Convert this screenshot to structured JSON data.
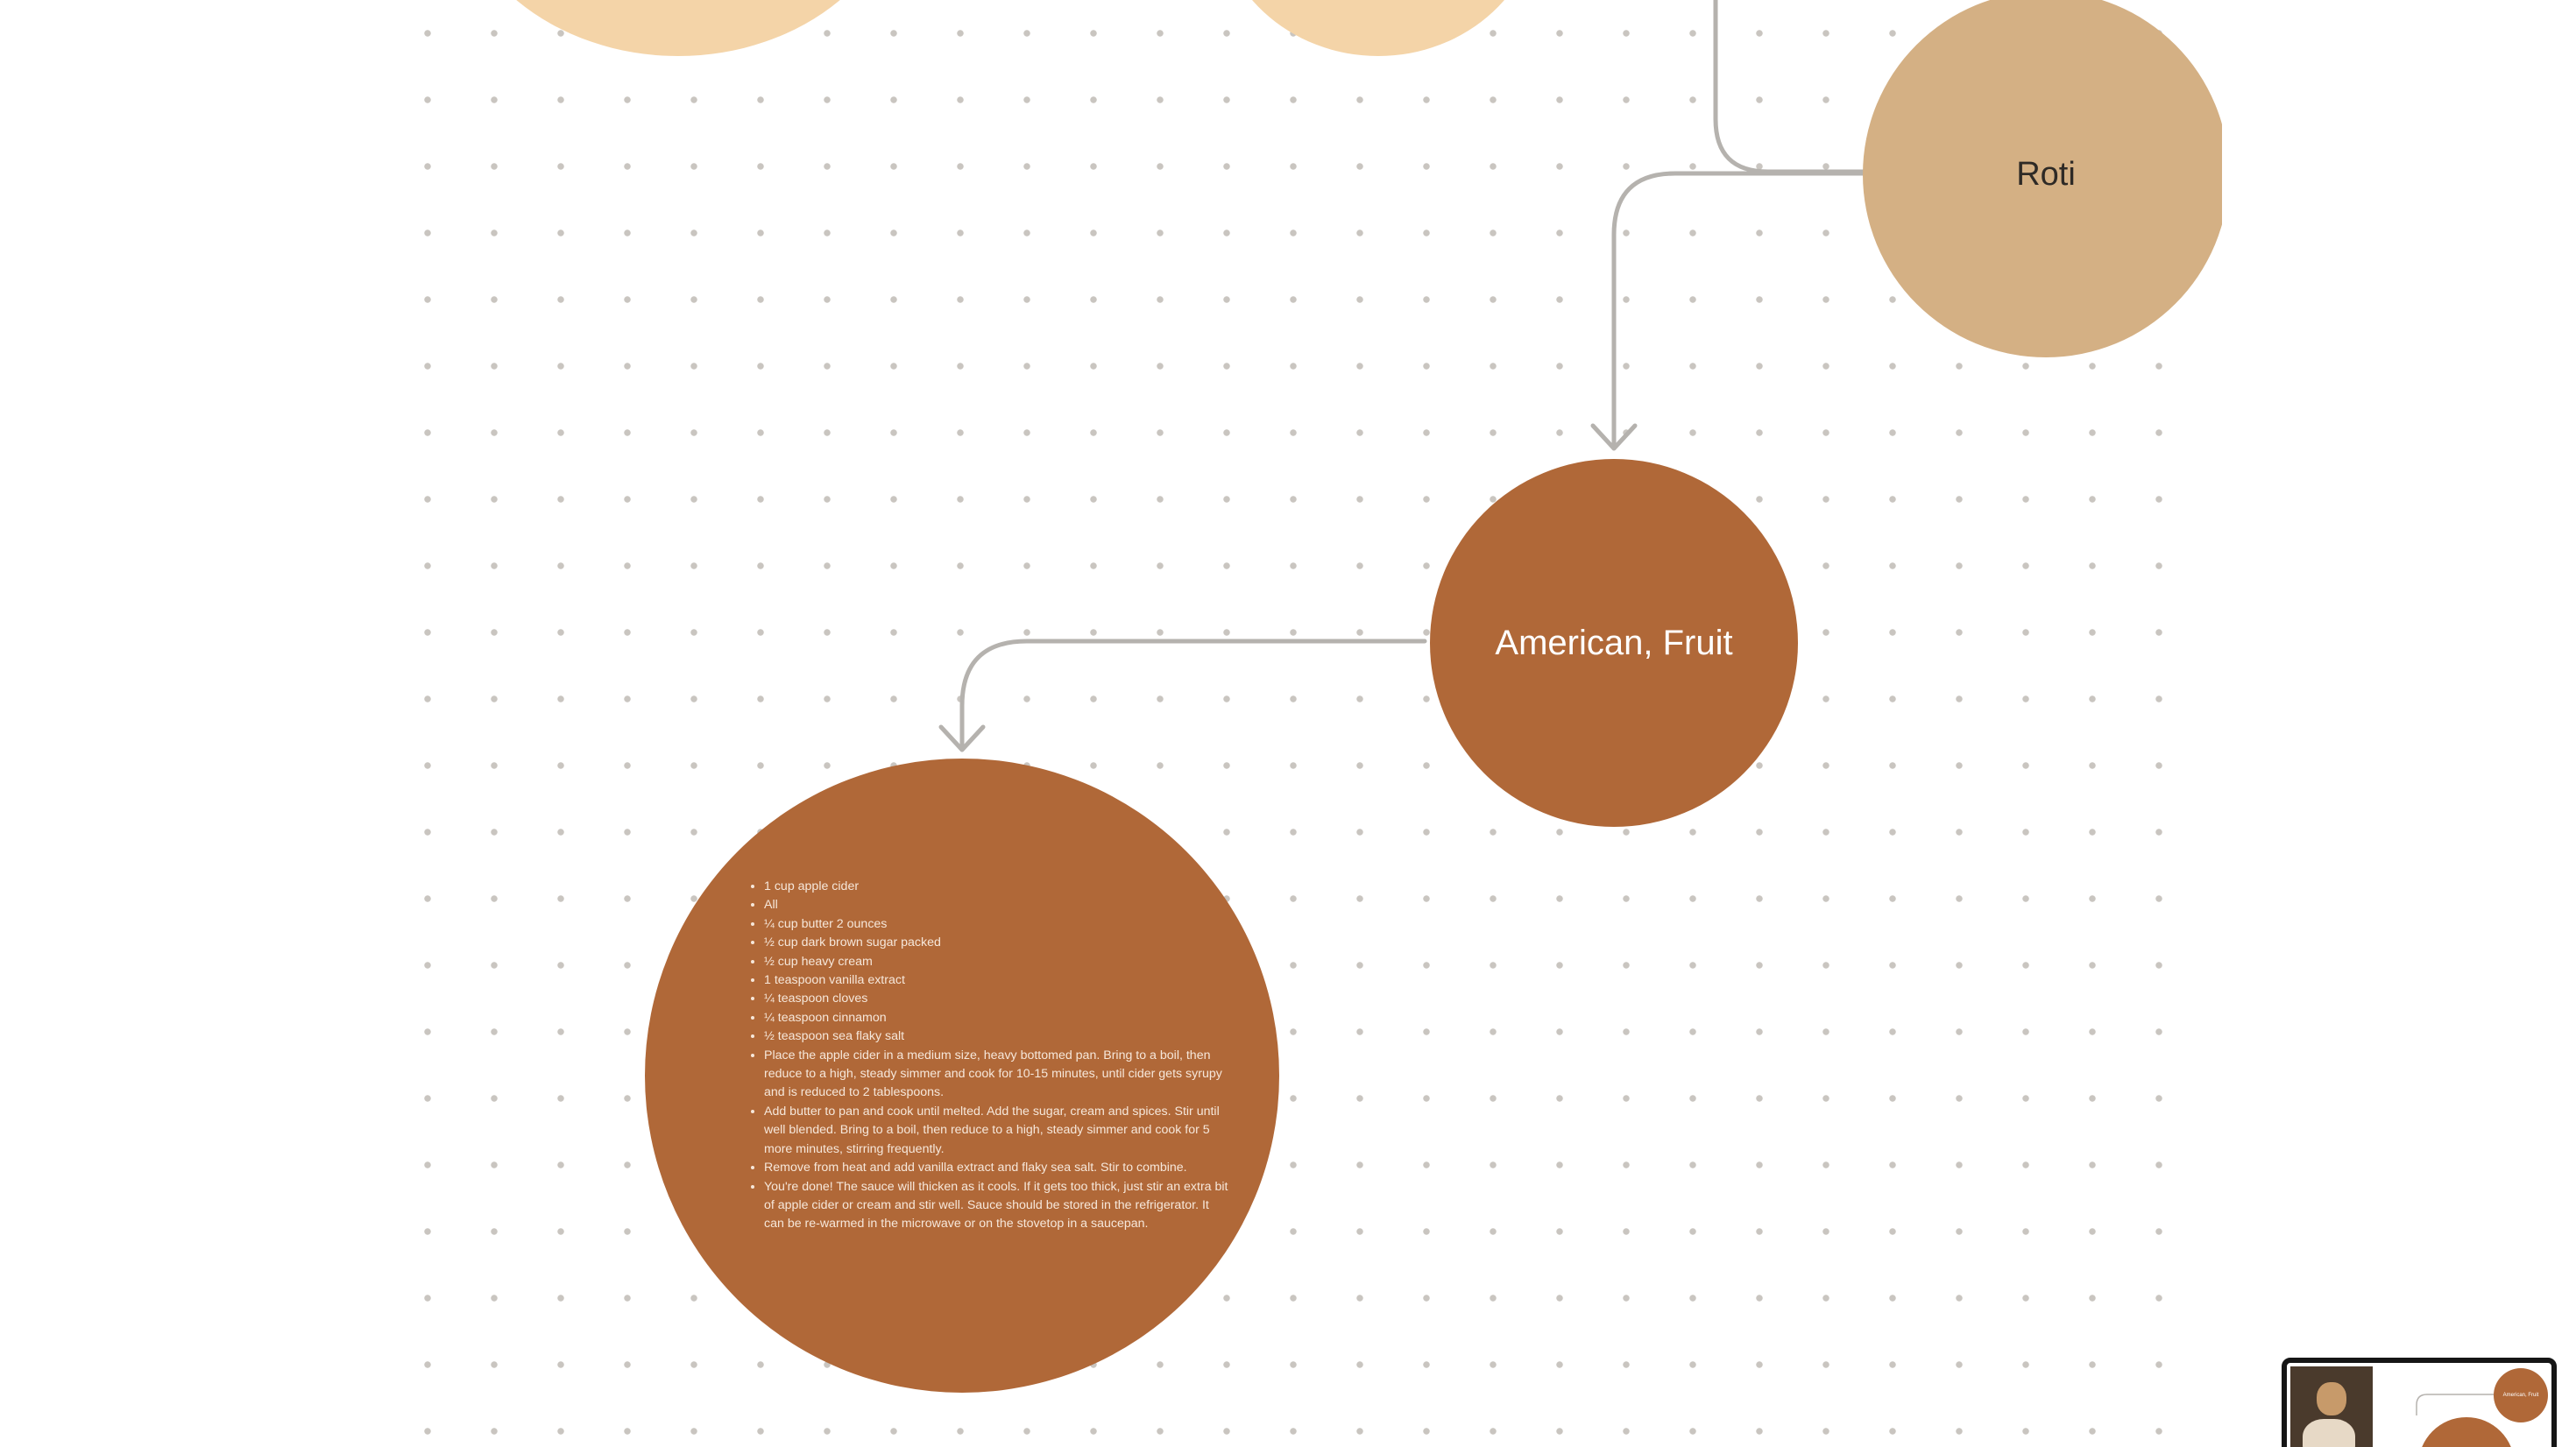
{
  "diagram": {
    "nodes": {
      "roti": {
        "label": "Roti",
        "color": "#d4b084"
      },
      "american_fruit": {
        "label": "American, Fruit",
        "color": "#b06838"
      },
      "recipe": {
        "color": "#b06838",
        "items": [
          "1 cup apple cider",
          "All",
          "¼ cup butter 2 ounces",
          "½ cup dark brown sugar packed",
          "½ cup heavy cream",
          "1 teaspoon vanilla extract",
          "¼ teaspoon cloves",
          "¼ teaspoon cinnamon",
          "½ teaspoon sea flaky salt",
          "Place the apple cider in a medium size, heavy bottomed pan. Bring to a boil, then reduce to a high, steady simmer and cook for 10-15 minutes, until cider gets syrupy and is reduced to 2 tablespoons.",
          "Add butter to pan and cook until melted. Add the sugar, cream and spices. Stir until well blended. Bring to a boil, then reduce to a high, steady simmer and cook for 5 more minutes, stirring frequently.",
          "Remove from heat and add vanilla extract and flaky sea salt. Stir to combine.",
          "You're done! The sauce will thicken as it cools. If it gets too thick, just stir an extra bit of apple cider or cream and stir well. Sauce should be stored in the refrigerator. It can be re-warmed in the microwave or on the stovetop in a saucepan."
        ]
      },
      "peach_left": {
        "color": "#f4d4a8"
      },
      "peach_mid": {
        "color": "#f4d4a8"
      }
    },
    "edge_color": "#b5b2ae"
  },
  "minimap": {
    "node_label": "American, Fruit"
  }
}
